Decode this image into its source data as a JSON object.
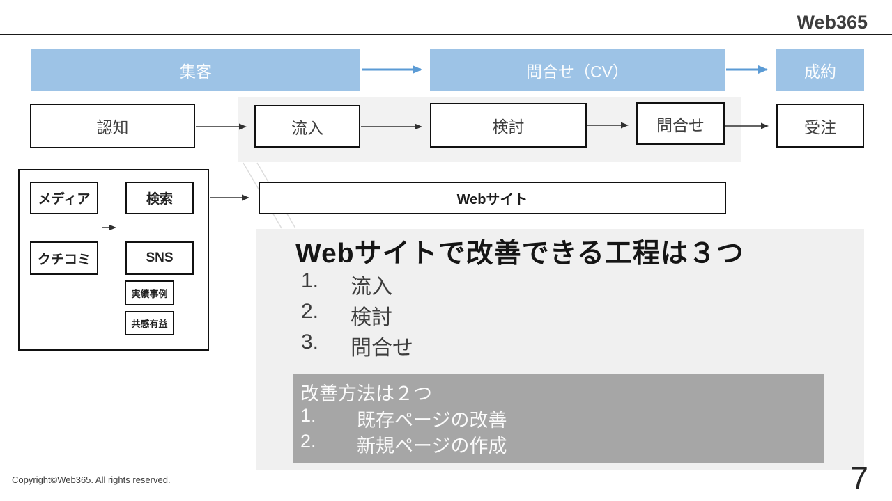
{
  "header": {
    "logo": "Web365"
  },
  "funnel_stages": [
    {
      "label": "集客"
    },
    {
      "label": "問合せ（CV）"
    },
    {
      "label": "成約"
    }
  ],
  "process_steps": [
    {
      "label": "認知"
    },
    {
      "label": "流入"
    },
    {
      "label": "検討"
    },
    {
      "label": "問合せ"
    },
    {
      "label": "受注"
    }
  ],
  "sources": {
    "media": "メディア",
    "search": "検索",
    "word_of_mouth": "クチコミ",
    "sns": "SNS",
    "case_studies": "実績事例",
    "empathy": "共感有益"
  },
  "website": {
    "label": "Webサイト"
  },
  "callout": {
    "title": "Webサイトで改善できる工程は３つ",
    "items": [
      {
        "num": "1.",
        "label": "流入"
      },
      {
        "num": "2.",
        "label": "検討"
      },
      {
        "num": "3.",
        "label": "問合せ"
      }
    ]
  },
  "methods": {
    "title": "改善方法は２つ",
    "items": [
      {
        "num": "1.",
        "label": "既存ページの改善"
      },
      {
        "num": "2.",
        "label": "新規ページの作成"
      }
    ]
  },
  "footer": {
    "copyright": "Copyright©Web365. All rights reserved.",
    "page": "7"
  },
  "colors": {
    "stage_fill": "#9DC3E6",
    "stage_arrow": "#5B9BD5",
    "panel_light": "#F2F2F2",
    "panel_lighter": "#F0F0F0",
    "panel_dark": "#A6A6A6",
    "connector": "#303030",
    "tail_line": "#DCDCDC"
  }
}
